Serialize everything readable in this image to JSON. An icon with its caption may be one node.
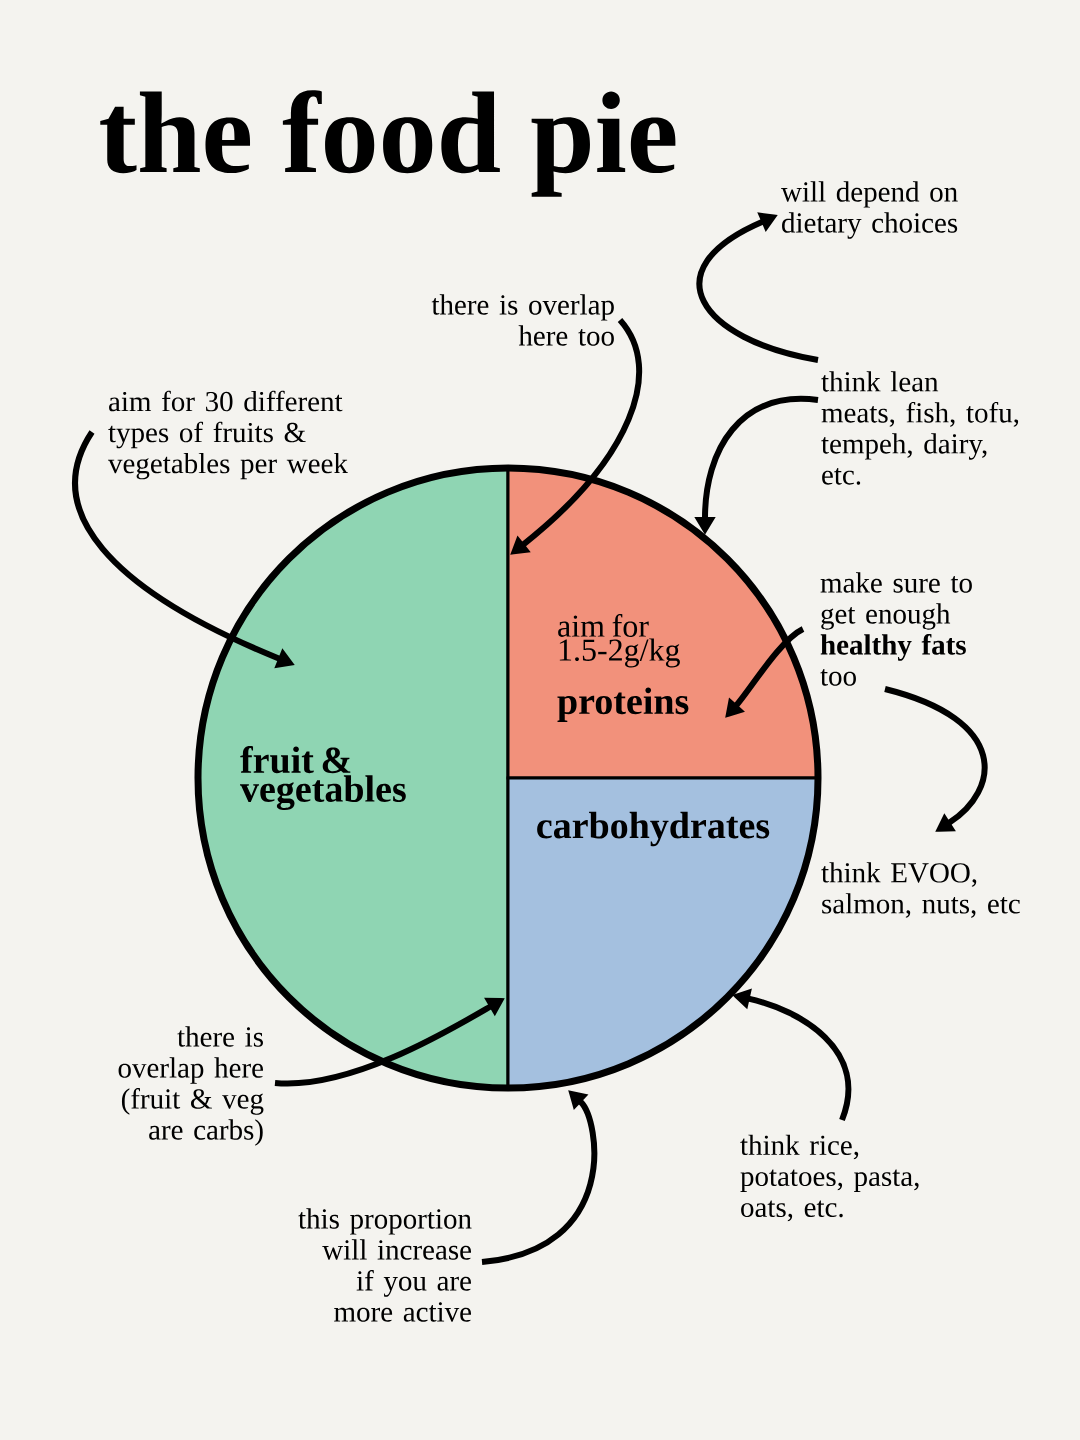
{
  "diagram": {
    "title": "the food pie",
    "nodes": [
      {
        "text": [
          "fruit & vegetables"
        ]
      },
      {
        "text": [
          "aim for 1.5-2g/kg",
          "proteins"
        ]
      },
      {
        "text": [
          "carbohydrates"
        ]
      },
      {
        "text": [
          "there is overlap here too"
        ]
      },
      {
        "text": [
          "aim for 30 different types of fruits & vegetables per week"
        ]
      },
      {
        "text": [
          "will depend on dietary choices"
        ]
      },
      {
        "text": [
          "think lean meats, fish, tofu, tempeh, dairy, etc."
        ]
      },
      {
        "text": [
          "make sure to get enough **healthy fats** too"
        ]
      },
      {
        "text": [
          "think EVOO, salmon, nuts, etc"
        ]
      },
      {
        "text": [
          "think rice, potatoes, pasta, oats, etc."
        ]
      },
      {
        "text": [
          "there is overlap here (fruit & veg are carbs)"
        ]
      },
      {
        "text": [
          "this proportion will increase if you are more active"
        ]
      }
    ],
    "edges": [
      {
        "from": 3,
        "to": 1,
        "arrow": "to"
      },
      {
        "from": 4,
        "to": 0,
        "arrow": "to"
      },
      {
        "from": 6,
        "to": 5,
        "arrow": "to"
      },
      {
        "from": 6,
        "to": 1,
        "arrow": "to"
      },
      {
        "from": 7,
        "to": 1,
        "arrow": "to"
      },
      {
        "from": 7,
        "to": 8,
        "arrow": "to"
      },
      {
        "from": 9,
        "to": 2,
        "arrow": "to"
      },
      {
        "from": 10,
        "to": 2,
        "arrow": "to"
      },
      {
        "from": 11,
        "to": 2,
        "arrow": "to"
      }
    ]
  }
}
